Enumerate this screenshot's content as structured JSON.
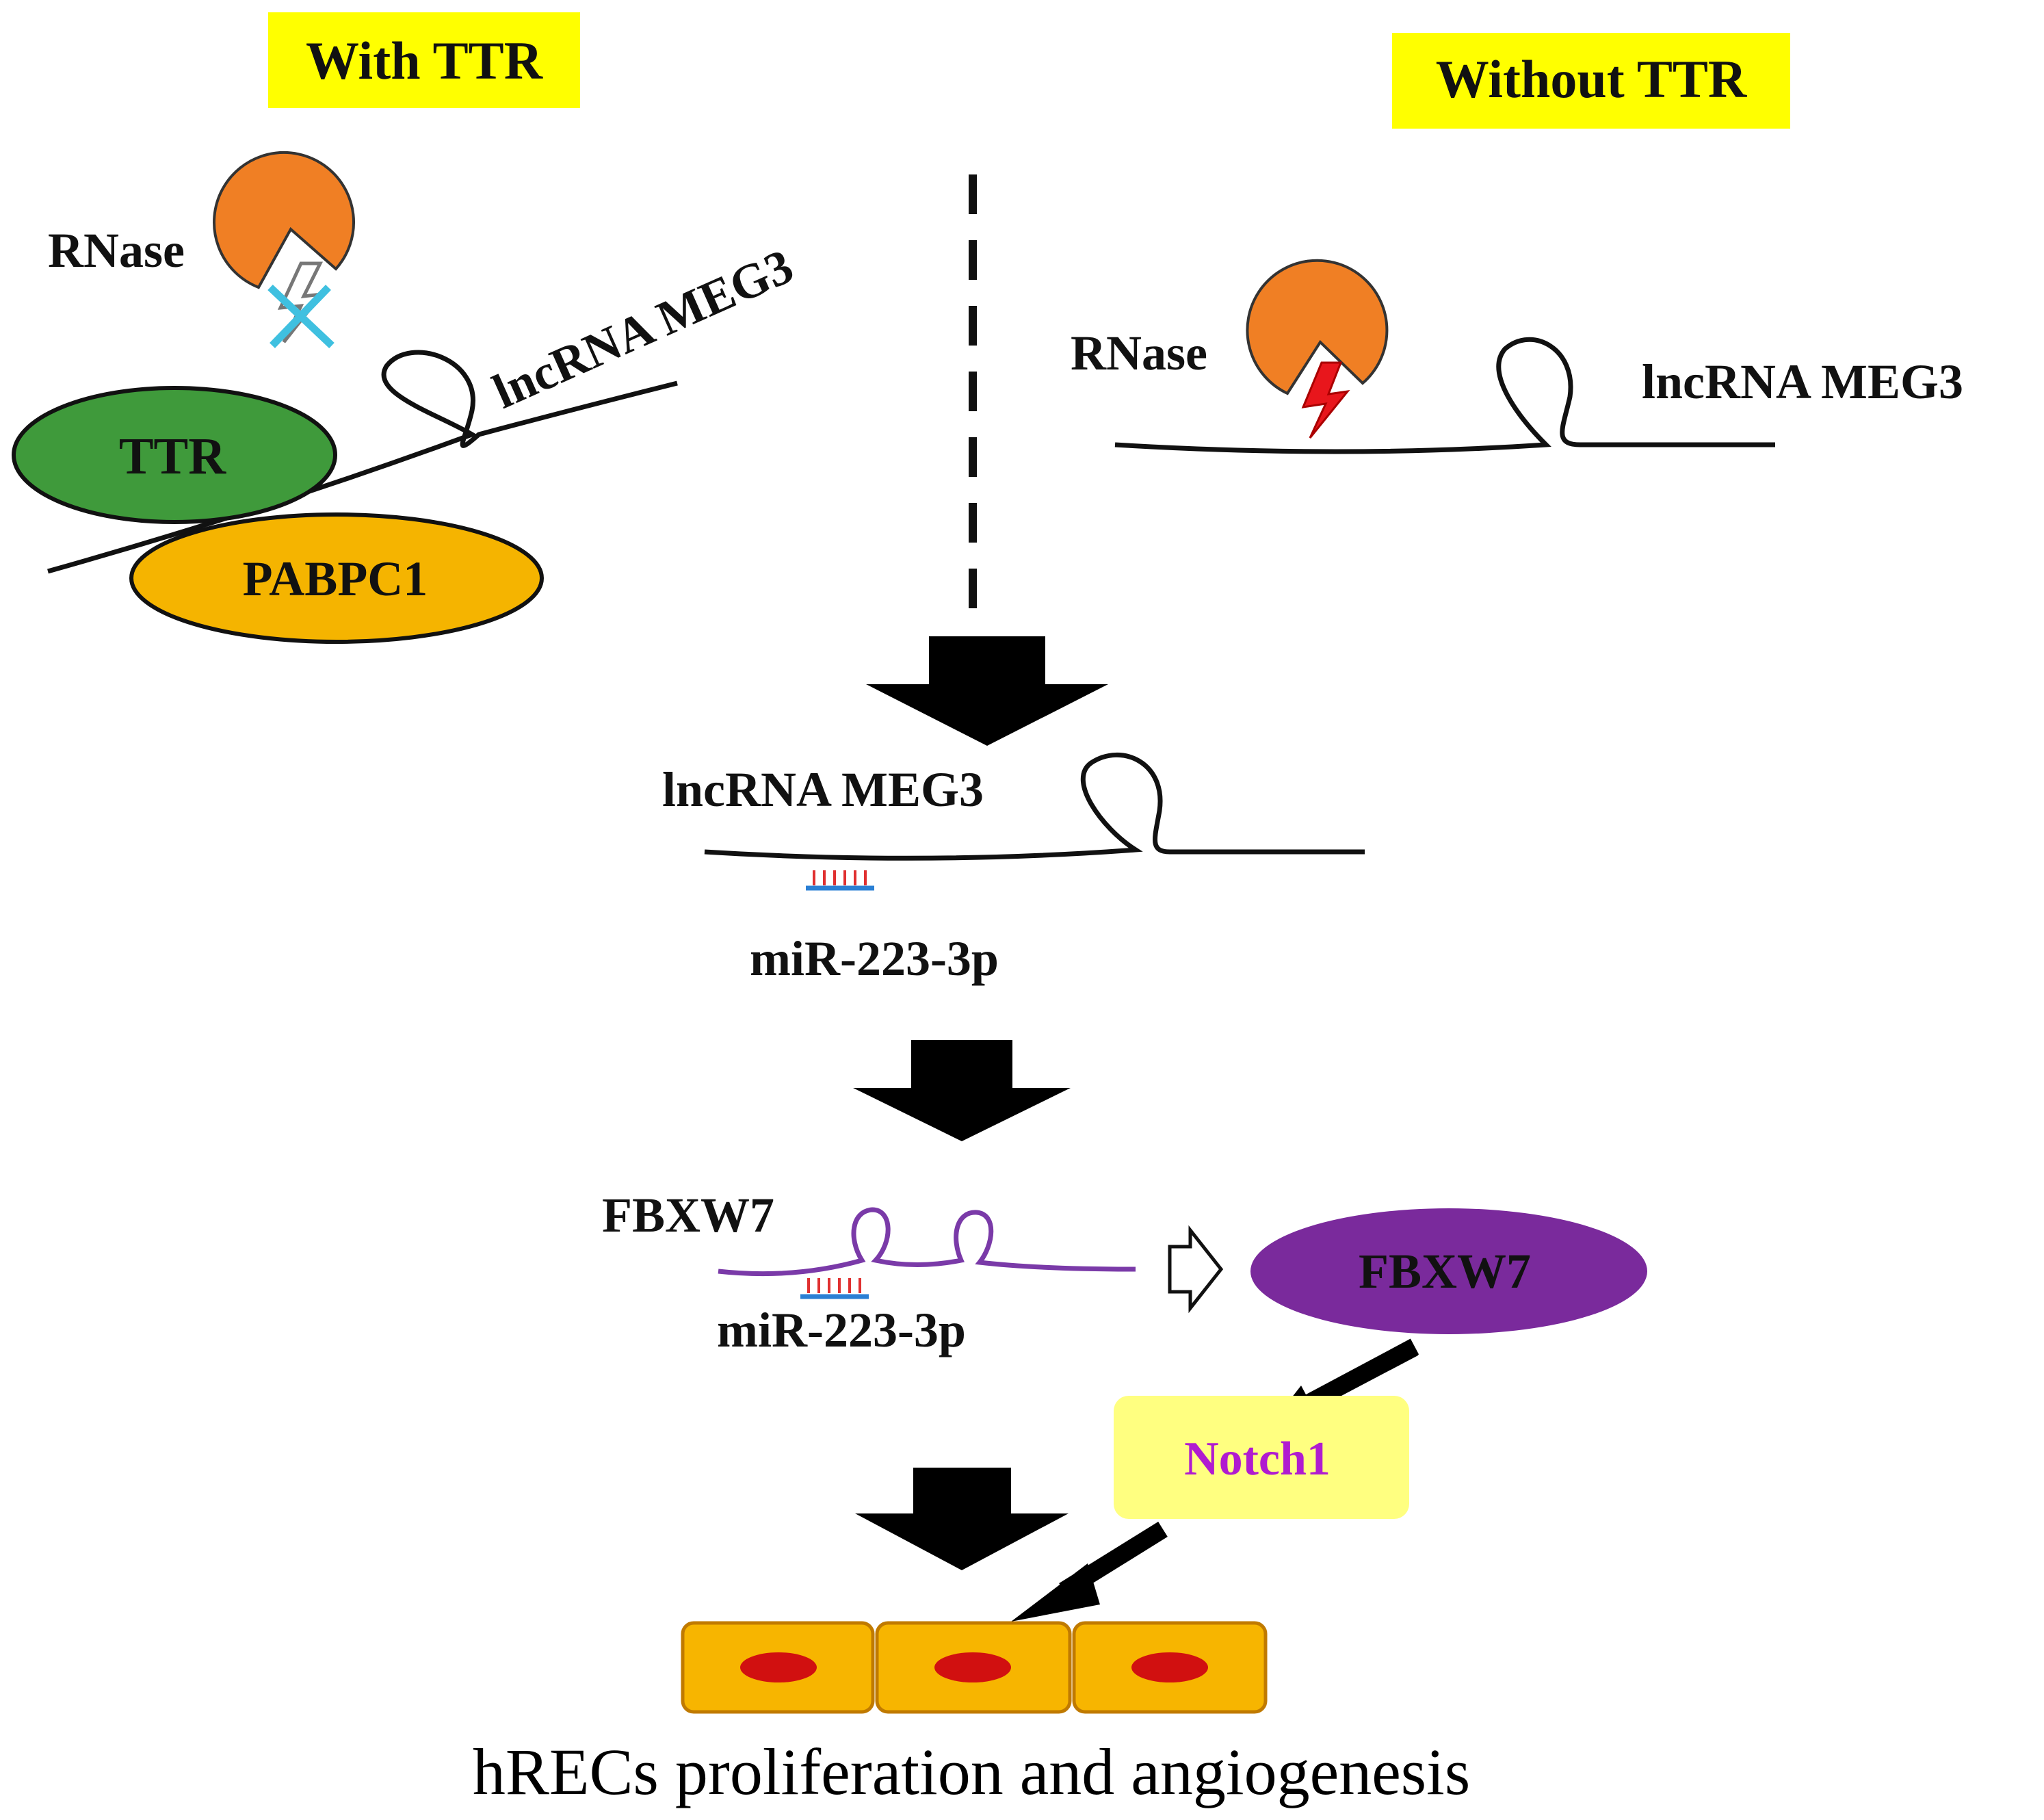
{
  "labels": {
    "with_ttr": "With TTR",
    "without_ttr": "Without TTR",
    "rnase_left": "RNase",
    "rnase_right": "RNase",
    "meg3_left": "lncRNA MEG3",
    "meg3_right": "lncRNA MEG3",
    "meg3_center": "lncRNA MEG3",
    "ttr": "TTR",
    "pabpc1": "PABPC1",
    "mir_1": "miR-223-3p",
    "fbxw7_gene": "FBXW7",
    "mir_2": "miR-223-3p",
    "fbxw7_protein": "FBXW7",
    "notch1": "Notch1",
    "outcome": "hRECs proliferation and angiogenesis"
  },
  "colors": {
    "highlight_yellow": "#ffff00",
    "rnase_orange": "#f07f24",
    "ttr_green": "#3f9a3b",
    "pabpc1_orange": "#f5b400",
    "fbxw7_purple": "#7a2a9c",
    "notch1_fill": "#ffff80",
    "notch1_text": "#b01bd0",
    "cell_fill": "#f7b500",
    "nucleus_red": "#d11010",
    "cut_red": "#e8161c",
    "block_cyan": "#3fc0e0"
  },
  "icons": [
    "rnase-icon",
    "blocked-cut-icon",
    "lightning-cut-icon",
    "down-arrow-icon",
    "hollow-arrow-icon",
    "cell-icon"
  ]
}
